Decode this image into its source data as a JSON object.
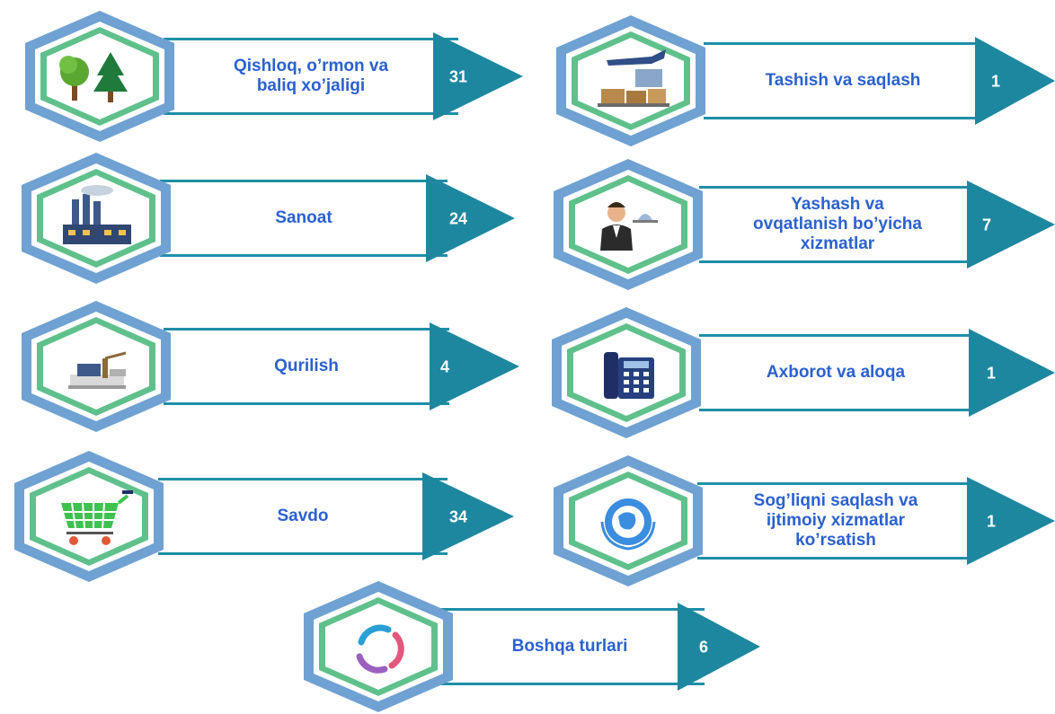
{
  "sectors": [
    {
      "label": "Qishloq, o’rmon va\nbaliq xo’jaligi",
      "count": "31",
      "icon": "trees-icon"
    },
    {
      "label": "Tashish va saqlash",
      "count": "1",
      "icon": "transport-icon"
    },
    {
      "label": "Sanoat",
      "count": "24",
      "icon": "factory-icon"
    },
    {
      "label": "Yashash va\novqatlanish bo’yicha\nxizmatlar",
      "count": "7",
      "icon": "waiter-icon"
    },
    {
      "label": "Qurilish",
      "count": "4",
      "icon": "construction-icon"
    },
    {
      "label": "Axborot va aloqa",
      "count": "1",
      "icon": "telephone-icon"
    },
    {
      "label": "Savdo",
      "count": "34",
      "icon": "shopping-cart-icon"
    },
    {
      "label": "Sog’liqni saqlash va\nijtimoiy xizmatlar\nko’rsatish",
      "count": "1",
      "icon": "un-emblem-icon"
    },
    {
      "label": "Boshqa turlari",
      "count": "6",
      "icon": "ring-icon"
    }
  ],
  "colors": {
    "hex_outer": "#6fa1d2",
    "hex_inner": "#5fc08b",
    "border": "#1e8fa8",
    "arrow": "#1e87a0",
    "label_text": "#2b61cf"
  }
}
